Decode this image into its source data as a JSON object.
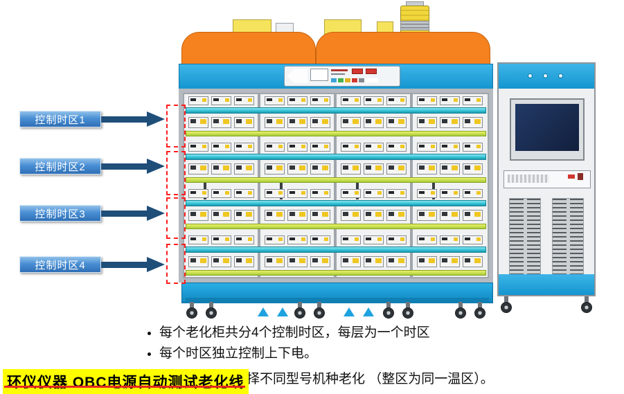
{
  "zones": [
    {
      "label": "控制时区1"
    },
    {
      "label": "控制时区2"
    },
    {
      "label": "控制时区3"
    },
    {
      "label": "控制时区4"
    }
  ],
  "notes": {
    "bullet1": "每个老化柜共分4个控制时区，每层为一个时区",
    "bullet2": "每个时区独立控制上下电。",
    "bullet3_visible": "择不同型号机种老化 （整区为同一温区）。"
  },
  "title": "环仪仪器 OBC电源自动测试老化线",
  "colors": {
    "accent_blue": "#1fa3e0",
    "blue_dark": "#0c76a8",
    "orange": "#f5821f",
    "zone_label_blue": "#4a8fd4",
    "arrow_navy": "#1f4e79",
    "highlight_yellow": "#ffff00",
    "dashed_red": "#ff1e1e",
    "teal_bar": "#35c4d7",
    "shelf_green": "#a6cc3a",
    "vent_yellow": "#f6e35c",
    "frame_gray": "#b4bac0"
  }
}
